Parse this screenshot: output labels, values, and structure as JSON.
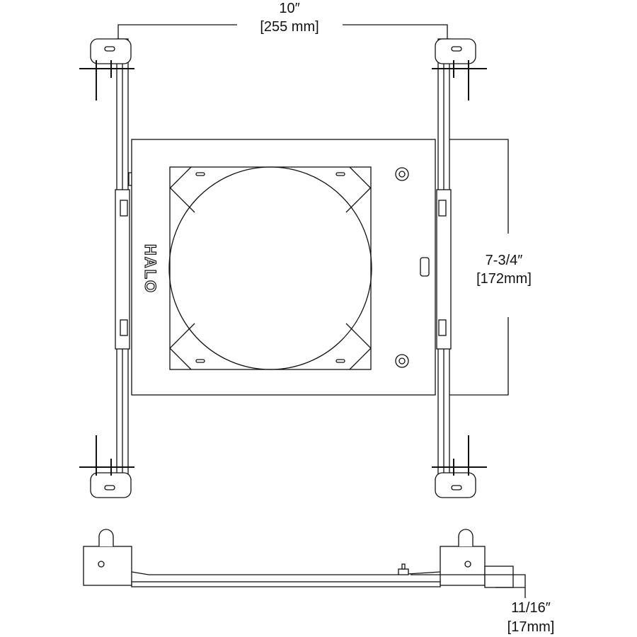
{
  "dimensions": {
    "width": {
      "imperial": "10″",
      "metric": "[255 mm]"
    },
    "height": {
      "imperial": "7-3/4″",
      "metric": "[172mm]"
    },
    "depth": {
      "imperial": "11/16″",
      "metric": "[17mm]"
    }
  },
  "logo": "HALO",
  "colors": {
    "line": "#111111",
    "background": "#ffffff"
  }
}
